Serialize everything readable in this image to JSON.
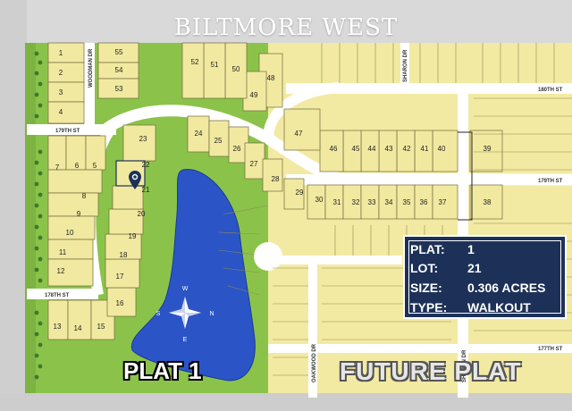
{
  "title": "BILTMORE WEST",
  "plat_label": "PLAT 1",
  "future_label": "FUTURE PLAT",
  "info_box": {
    "plat_label": "PLAT:",
    "plat_value": "1",
    "lot_label": "LOT:",
    "lot_value": "21",
    "size_label": "SIZE:",
    "size_value": "0.306 ACRES",
    "type_label": "TYPE:",
    "type_value": "WALKOUT"
  },
  "streets": {
    "woodman": "WOODMAN DR",
    "sharon_top": "SHARON DR",
    "st_180": "180TH ST",
    "st_179_left": "179TH ST",
    "st_179_right": "179TH ST",
    "st_178": "178TH ST",
    "st_177": "177TH ST",
    "oakwood": "OAKWOOD DR",
    "sharon_bottom": "SHARON DR"
  },
  "compass": {
    "n": "N",
    "s": "S",
    "e": "E",
    "w": "W"
  },
  "lots": [
    "1",
    "2",
    "3",
    "4",
    "5",
    "6",
    "7",
    "8",
    "9",
    "10",
    "11",
    "12",
    "13",
    "14",
    "15",
    "16",
    "17",
    "18",
    "19",
    "20",
    "21",
    "22",
    "23",
    "24",
    "25",
    "26",
    "27",
    "28",
    "29",
    "30",
    "31",
    "32",
    "33",
    "34",
    "35",
    "36",
    "37",
    "38",
    "39",
    "40",
    "41",
    "42",
    "43",
    "44",
    "45",
    "46",
    "47",
    "48",
    "49",
    "50",
    "51",
    "52",
    "53",
    "54",
    "55"
  ],
  "selected_lot": "21",
  "colors": {
    "lot": "#f1e9a0",
    "lot_line": "#7a7442",
    "park": "#8bc34a",
    "water": "#2b55c6",
    "road": "#ffffff",
    "info_bg": "#1d3158"
  }
}
